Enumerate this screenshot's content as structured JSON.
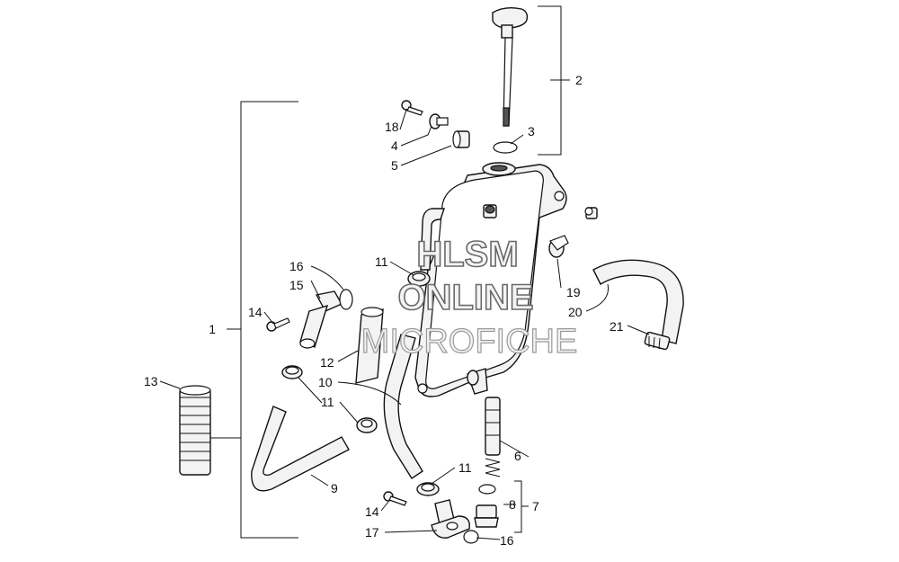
{
  "watermark": {
    "line1": "HLSM",
    "line2": "ONLINE",
    "line3": "MICROFICHE"
  },
  "callouts": [
    {
      "id": "c1",
      "label": "1"
    },
    {
      "id": "c2",
      "label": "2"
    },
    {
      "id": "c3",
      "label": "3"
    },
    {
      "id": "c4",
      "label": "4"
    },
    {
      "id": "c5",
      "label": "5"
    },
    {
      "id": "c6",
      "label": "6"
    },
    {
      "id": "c7",
      "label": "7"
    },
    {
      "id": "c8",
      "label": "8"
    },
    {
      "id": "c9",
      "label": "9"
    },
    {
      "id": "c10",
      "label": "10"
    },
    {
      "id": "c11a",
      "label": "11"
    },
    {
      "id": "c11b",
      "label": "11"
    },
    {
      "id": "c11c",
      "label": "11"
    },
    {
      "id": "c12",
      "label": "12"
    },
    {
      "id": "c13",
      "label": "13"
    },
    {
      "id": "c14a",
      "label": "14"
    },
    {
      "id": "c14b",
      "label": "14"
    },
    {
      "id": "c15",
      "label": "15"
    },
    {
      "id": "c16a",
      "label": "16"
    },
    {
      "id": "c16b",
      "label": "16"
    },
    {
      "id": "c17",
      "label": "17"
    },
    {
      "id": "c18",
      "label": "18"
    },
    {
      "id": "c19",
      "label": "19"
    },
    {
      "id": "c20",
      "label": "20"
    },
    {
      "id": "c21",
      "label": "21"
    }
  ]
}
